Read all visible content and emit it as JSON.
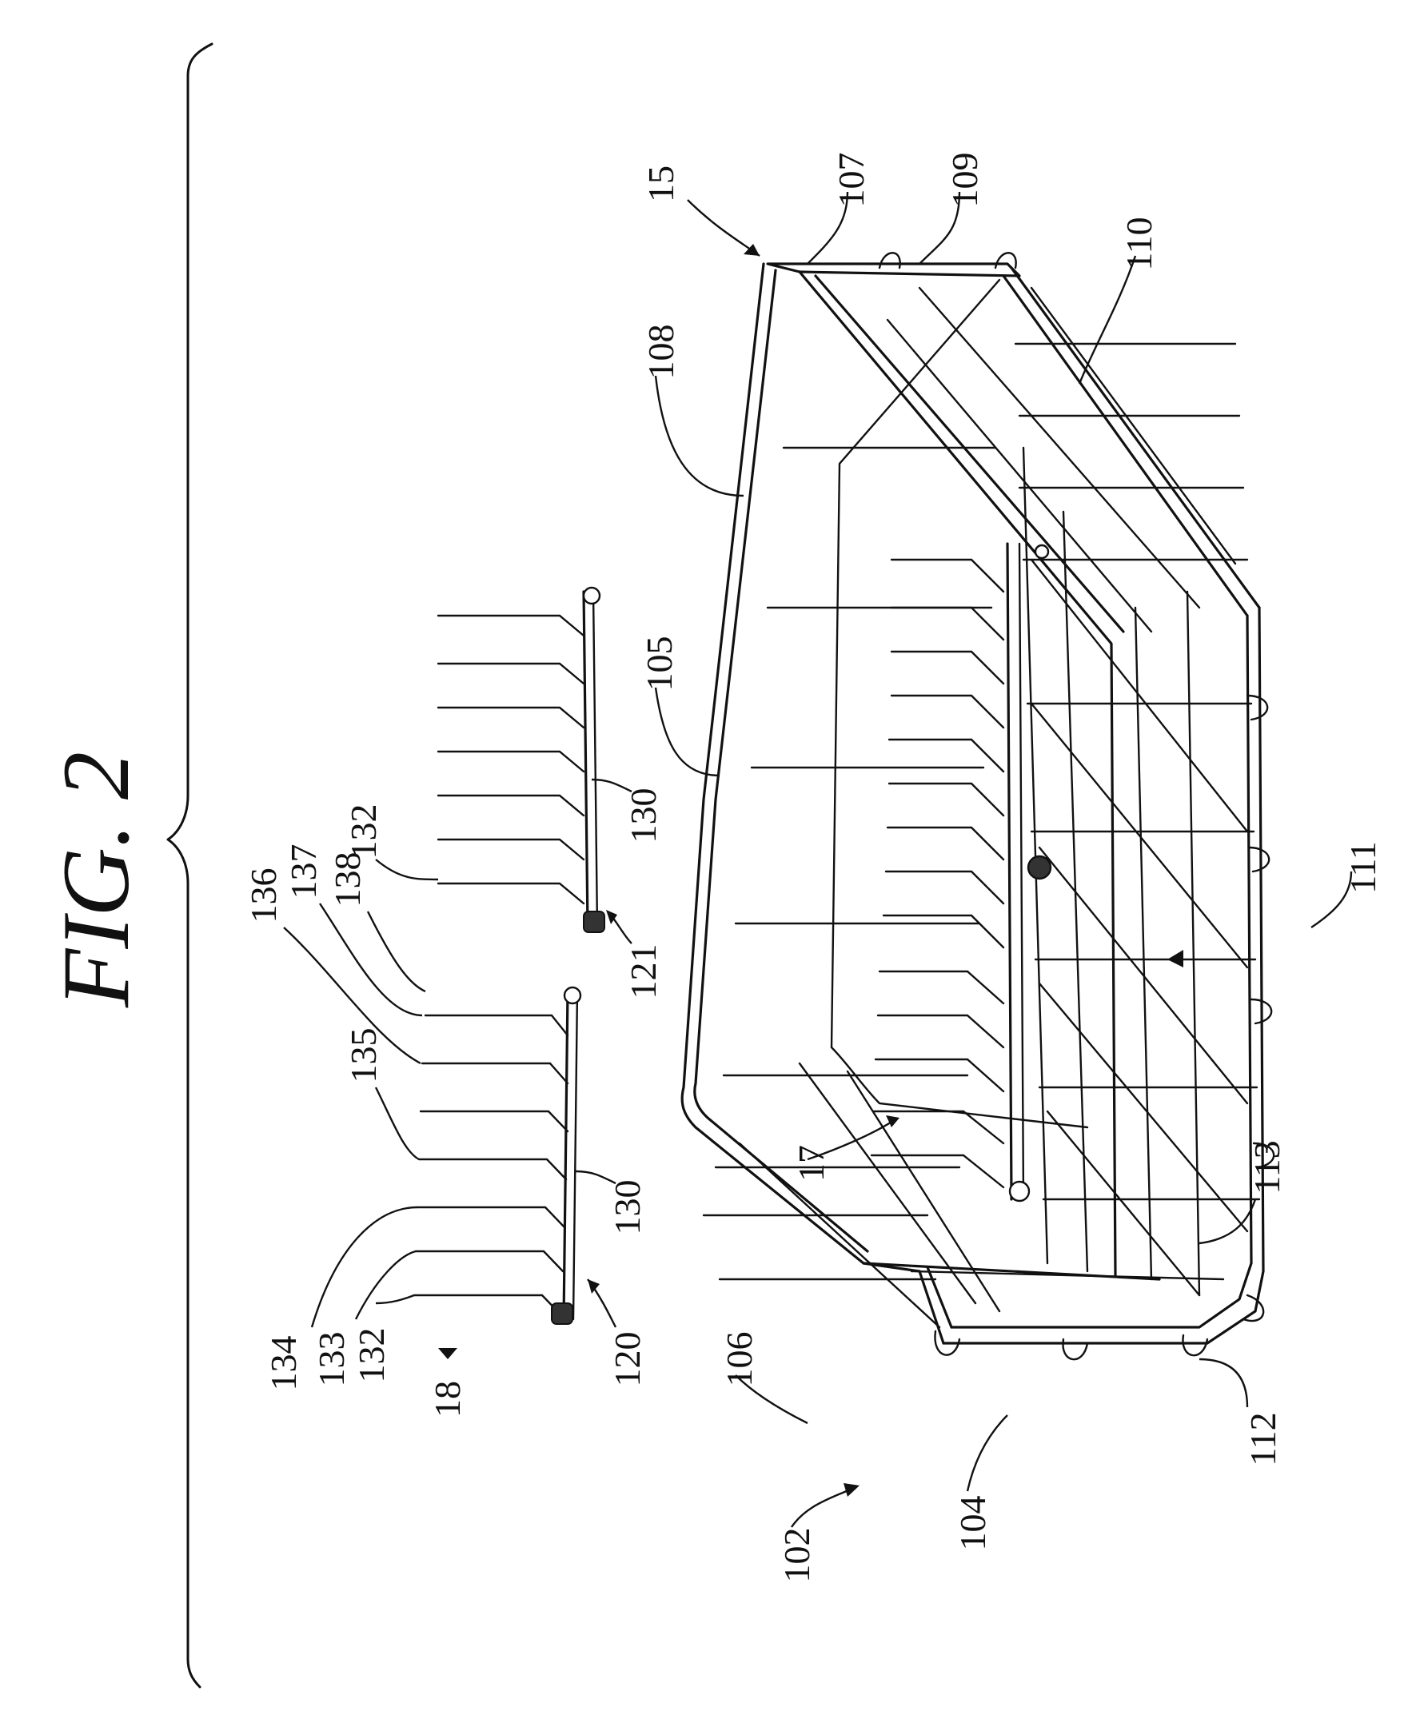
{
  "figure": {
    "title": "FIG. 2"
  },
  "labels": {
    "l15": "15",
    "l107": "107",
    "l109": "109",
    "l110": "110",
    "l108": "108",
    "l105": "105",
    "l111": "111",
    "l113": "113",
    "l112": "112",
    "l104": "104",
    "l102": "102",
    "l106": "106",
    "l17": "17",
    "l18": "18",
    "l120": "120",
    "l121": "121",
    "l130a": "130",
    "l130b": "130",
    "l132a": "132",
    "l132b": "132",
    "l133": "133",
    "l134": "134",
    "l135": "135",
    "l136": "136",
    "l137": "137",
    "l138": "138"
  }
}
